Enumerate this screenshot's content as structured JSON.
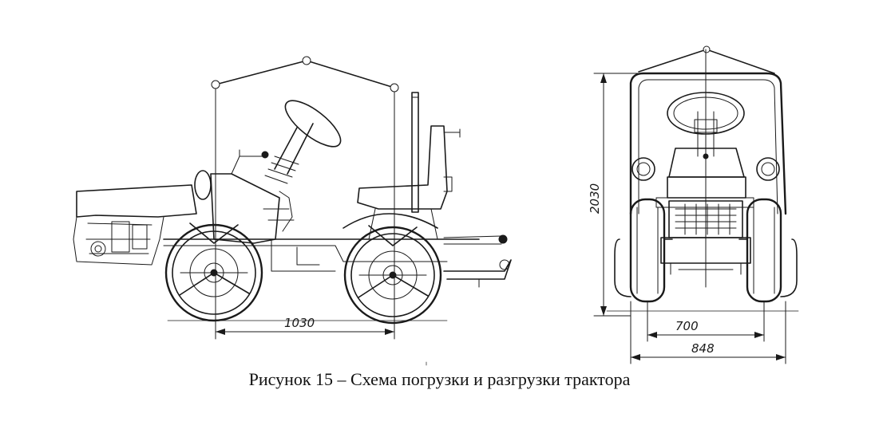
{
  "figure": {
    "caption": "Рисунок 15 – Схема погрузки и разгрузки трактора"
  },
  "dimensions": {
    "side_wheelbase": "1030",
    "front_height": "2030",
    "front_inner_track": "700",
    "front_outer_width": "848"
  }
}
